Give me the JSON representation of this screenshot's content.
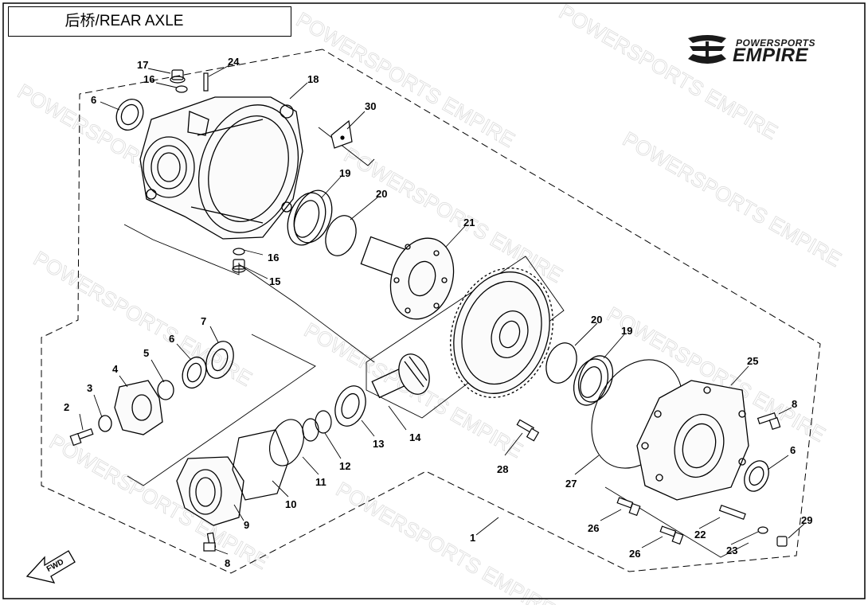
{
  "title": "后桥/REAR AXLE",
  "brand": {
    "tagline": "POWERSPORTS",
    "name": "EMPIRE"
  },
  "watermark_text": "POWERSPORTS EMPIRE",
  "direction_label": "FWD",
  "parts": [
    {
      "callout": "1"
    },
    {
      "callout": "2"
    },
    {
      "callout": "3"
    },
    {
      "callout": "4"
    },
    {
      "callout": "5"
    },
    {
      "callout": "6"
    },
    {
      "callout": "6"
    },
    {
      "callout": "6"
    },
    {
      "callout": "7"
    },
    {
      "callout": "8"
    },
    {
      "callout": "8"
    },
    {
      "callout": "9"
    },
    {
      "callout": "10"
    },
    {
      "callout": "11"
    },
    {
      "callout": "12"
    },
    {
      "callout": "13"
    },
    {
      "callout": "14"
    },
    {
      "callout": "15"
    },
    {
      "callout": "16"
    },
    {
      "callout": "16"
    },
    {
      "callout": "17"
    },
    {
      "callout": "18"
    },
    {
      "callout": "19"
    },
    {
      "callout": "19"
    },
    {
      "callout": "20"
    },
    {
      "callout": "20"
    },
    {
      "callout": "21"
    },
    {
      "callout": "22"
    },
    {
      "callout": "23"
    },
    {
      "callout": "24"
    },
    {
      "callout": "25"
    },
    {
      "callout": "26"
    },
    {
      "callout": "26"
    },
    {
      "callout": "27"
    },
    {
      "callout": "28"
    },
    {
      "callout": "29"
    },
    {
      "callout": "30"
    }
  ]
}
